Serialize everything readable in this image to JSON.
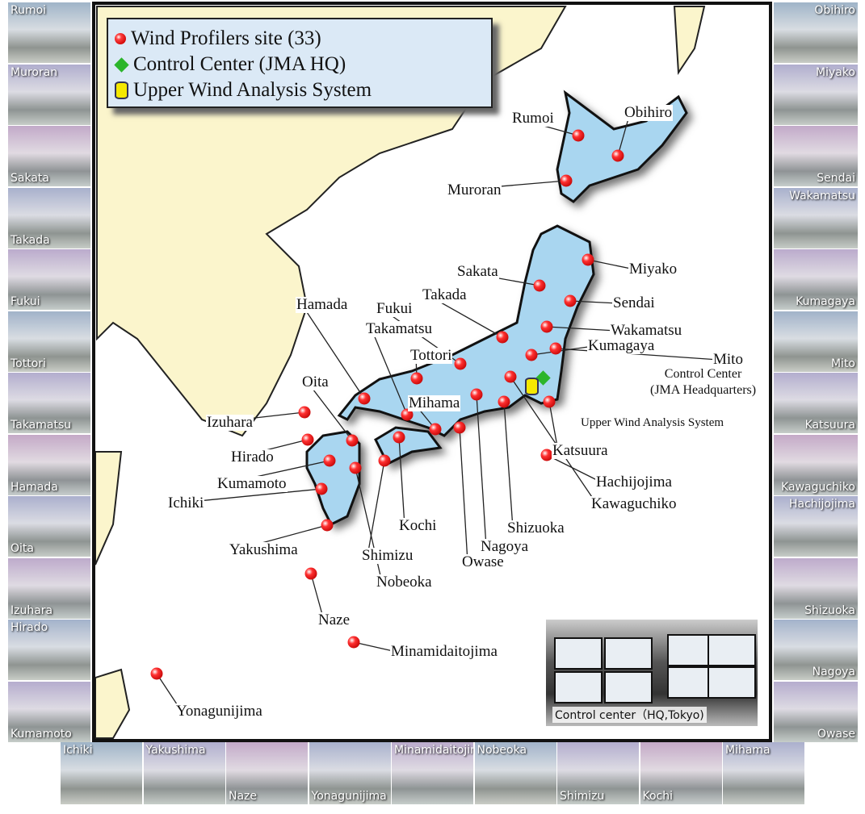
{
  "legend": {
    "sites": "Wind Profilers site  (33)",
    "control": "Control Center (JMA HQ)",
    "analysis": "Upper Wind Analysis System"
  },
  "annotations": {
    "control_center": "Control Center",
    "control_center_sub": "(JMA Headquarters)",
    "analysis_system": "Upper Wind Analysis System"
  },
  "sites": [
    "Rumoi",
    "Obihiro",
    "Muroran",
    "Miyako",
    "Sakata",
    "Sendai",
    "Wakamatsu",
    "Kumagaya",
    "Mito",
    "Takada",
    "Fukui",
    "Takamatsu",
    "Tottori",
    "Hamada",
    "Oita",
    "Izuhara",
    "Hirado",
    "Kumamoto",
    "Ichiki",
    "Yakushima",
    "Naze",
    "Minamidaitojima",
    "Yonagunijima",
    "Nobeoka",
    "Shimizu",
    "Kochi",
    "Mihama",
    "Owase",
    "Nagoya",
    "Shizuoka",
    "Kawaguchiko",
    "Hachijojima",
    "Katsuura"
  ],
  "photos_left": [
    "Rumoi",
    "Muroran",
    "Sakata",
    "Takada",
    "Fukui",
    "Tottori",
    "Takamatsu",
    "Hamada",
    "Oita",
    "Izuhara",
    "Hirado",
    "Kumamoto"
  ],
  "photos_right": [
    "Obihiro",
    "Miyako",
    "Sendai",
    "Wakamatsu",
    "Kumagaya",
    "Mito",
    "Katsuura",
    "Kawaguchiko",
    "Hachijojima",
    "Shizuoka",
    "Nagoya",
    "Owase"
  ],
  "photos_bottom": [
    "Ichiki",
    "Yakushima",
    "Naze",
    "Yonagunijima",
    "Minamidaitojima",
    "Nobeoka",
    "Shimizu",
    "Kochi",
    "Mihama"
  ],
  "control_photo_caption": "Control center（HQ,Tokyo)",
  "colors": {
    "land_japan": "#a9d6f0",
    "land_other": "#fbf5cc",
    "site": "#e00000",
    "control": "#2bb52b",
    "analysis": "#f5e800"
  }
}
